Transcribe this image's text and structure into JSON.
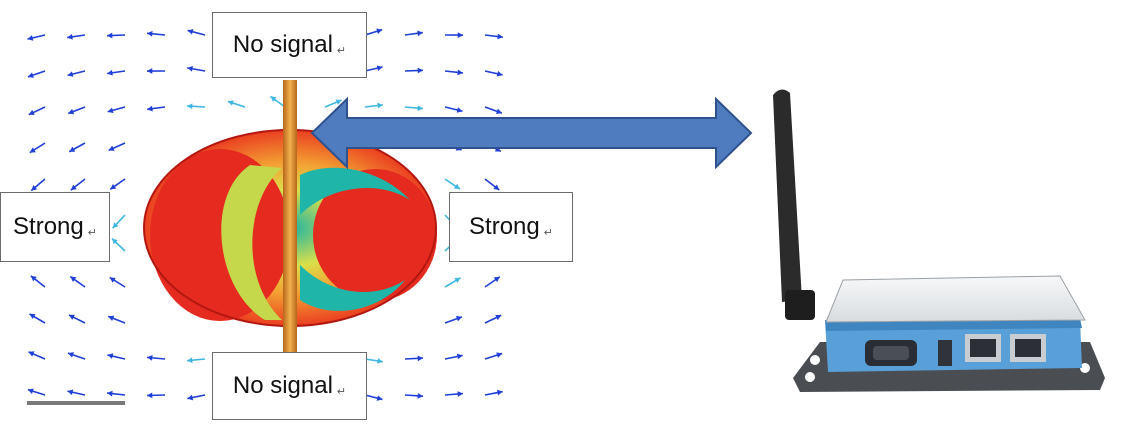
{
  "labels": {
    "top": "No signal",
    "bottom": "No signal",
    "left": "Strong",
    "right": "Strong",
    "paragraph_mark": "↵"
  },
  "colors": {
    "arrow_fill": "#4f7bbf",
    "arrow_stroke": "#2f528f",
    "antenna_rod": "#e0902a",
    "router_body": "#5aa0d8",
    "router_top": "#e9ecef",
    "router_base": "#4a4d52"
  }
}
